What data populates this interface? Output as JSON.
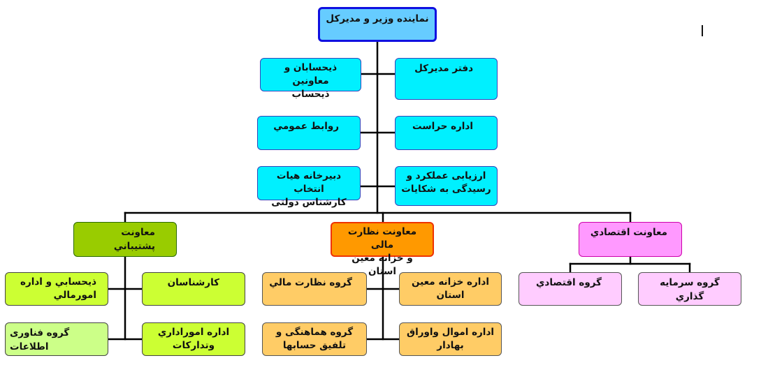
{
  "top": {
    "label": "نماینده وزیر و مدیرکل"
  },
  "staff": {
    "office_dg": "دفتر  مدیرکل",
    "accountants": "ذیحسابان و معاونین\nذیحساب",
    "security": "اداره حراست",
    "public_relations": "روابط عمومي",
    "evaluation": "ارزيابی عملکرد و\nرسيدگی به شکايات",
    "selection_board": "دبيرخانه هيات انتخاب\nکارشناس دولتی"
  },
  "deputies": {
    "support": {
      "label": "معاونت پشتيباني",
      "units": {
        "experts": "کارشناسان",
        "accounting_finance": "ذيحسابي و اداره\nامورمالي",
        "admin_procurement": "اداره اموراداري\nوتداركات",
        "it_group": "گروه فناوری اطلاعات"
      }
    },
    "finance": {
      "label": "معاونت نظارت مالی\nو خزانه معين استان",
      "units": {
        "treasury": "اداره خزانه معين\nاستان",
        "financial_oversight": "گروه نظارت مالي",
        "assets_securities": "اداره اموال واوراق\nبهادار",
        "coordination": "گروه هماهنگی و\nتلفيق حسابها"
      }
    },
    "economic": {
      "label": "معاونت اقتصادي",
      "units": {
        "investment": "گروه سرمايه گذاري",
        "economic_group": "گروه اقتصادي"
      }
    }
  }
}
